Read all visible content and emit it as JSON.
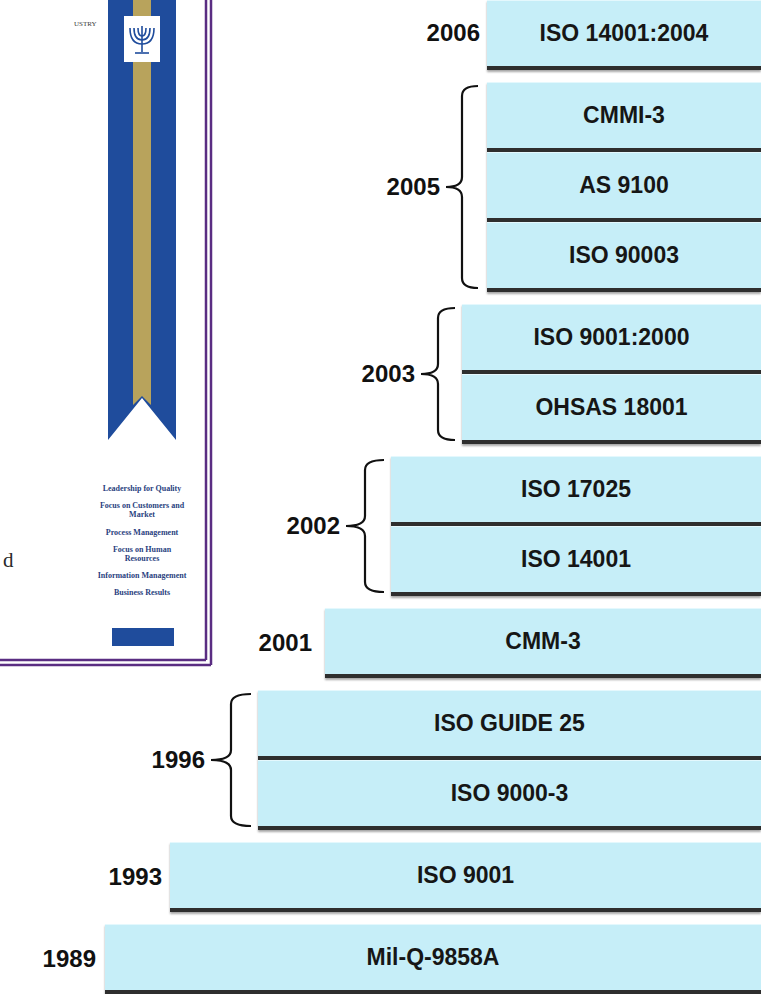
{
  "diagram": {
    "nodes": [
      {
        "text": [
          "ISO 14001:2004"
        ]
      },
      {
        "text": [
          "CMMI-3"
        ]
      },
      {
        "text": [
          "AS 9100"
        ]
      },
      {
        "text": [
          "ISO 90003"
        ]
      },
      {
        "text": [
          "ISO 9001:2000"
        ]
      },
      {
        "text": [
          "OHSAS 18001"
        ]
      },
      {
        "text": [
          "ISO 17025"
        ]
      },
      {
        "text": [
          "ISO 14001"
        ]
      },
      {
        "text": [
          "CMM-3"
        ]
      },
      {
        "text": [
          "ISO GUIDE 25"
        ]
      },
      {
        "text": [
          "ISO 9000-3"
        ]
      },
      {
        "text": [
          "ISO 9001"
        ]
      },
      {
        "text": [
          "Mil-Q-9858A"
        ]
      }
    ],
    "labels": [
      "USTRY",
      "d",
      "Leadership for Quality",
      "Focus on Customers and Market",
      "Process Management",
      "Focus on Human Resources",
      "Information Management",
      "Business Results",
      "2006",
      "2005",
      "2003",
      "2002",
      "2001",
      "1996",
      "1993",
      "1989"
    ]
  }
}
